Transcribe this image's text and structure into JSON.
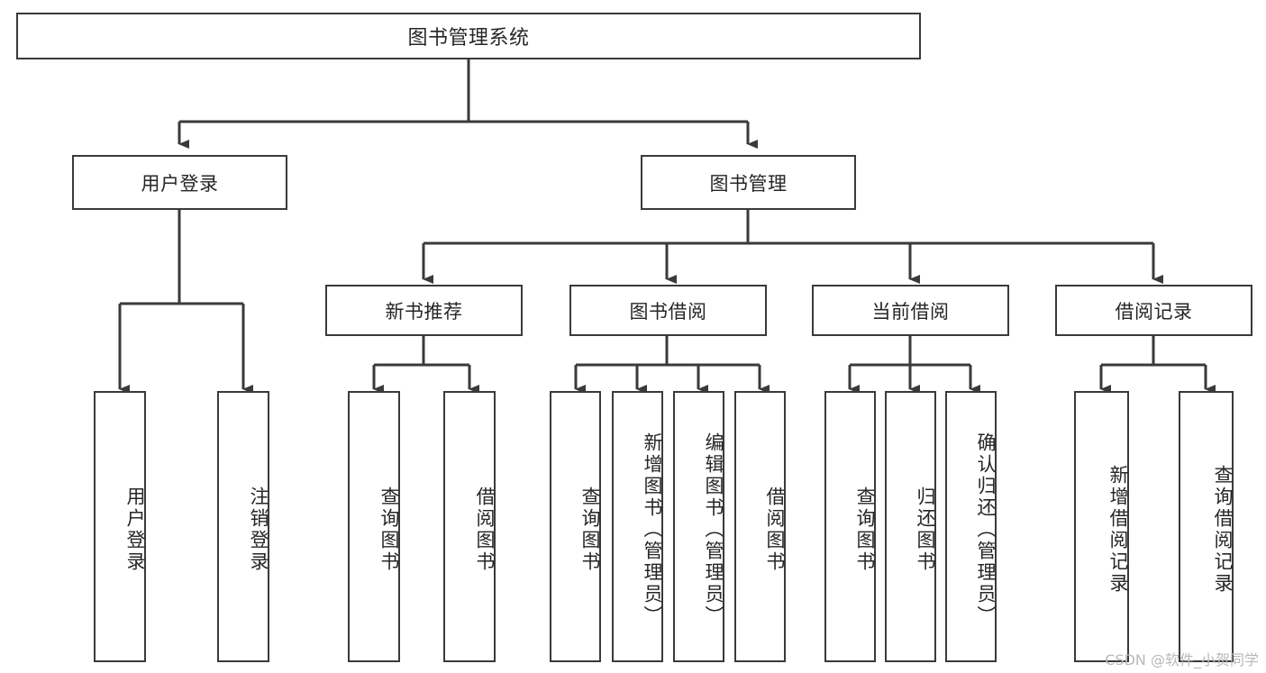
{
  "diagram": {
    "kind": "hierarchy-tree",
    "title": "图书管理系统",
    "watermark": "CSDN @软件_小贺同学",
    "colors": {
      "stroke": "#3a3a3a",
      "fill": "#ffffff",
      "text": "#262626",
      "watermark": "#b9b9b9",
      "background": "#ffffff"
    },
    "root": {
      "label": "图书管理系统"
    },
    "level1": [
      {
        "label": "用户登录"
      },
      {
        "label": "图书管理"
      }
    ],
    "level2": [
      {
        "label": "新书推荐"
      },
      {
        "label": "图书借阅"
      },
      {
        "label": "当前借阅"
      },
      {
        "label": "借阅记录"
      }
    ],
    "leaves": {
      "user_login": [
        {
          "label": "用户登录"
        },
        {
          "label": "注销登录"
        }
      ],
      "new_book_recommend": [
        {
          "label": "查询图书"
        },
        {
          "label": "借阅图书"
        }
      ],
      "book_borrow": [
        {
          "label": "查询图书"
        },
        {
          "label": "新增图书（管理员）"
        },
        {
          "label": "编辑图书（管理员）"
        },
        {
          "label": "借阅图书"
        }
      ],
      "current_borrow": [
        {
          "label": "查询图书"
        },
        {
          "label": "归还图书"
        },
        {
          "label": "确认归还（管理员）"
        }
      ],
      "borrow_records": [
        {
          "label": "新增借阅记录"
        },
        {
          "label": "查询借阅记录"
        }
      ]
    }
  }
}
